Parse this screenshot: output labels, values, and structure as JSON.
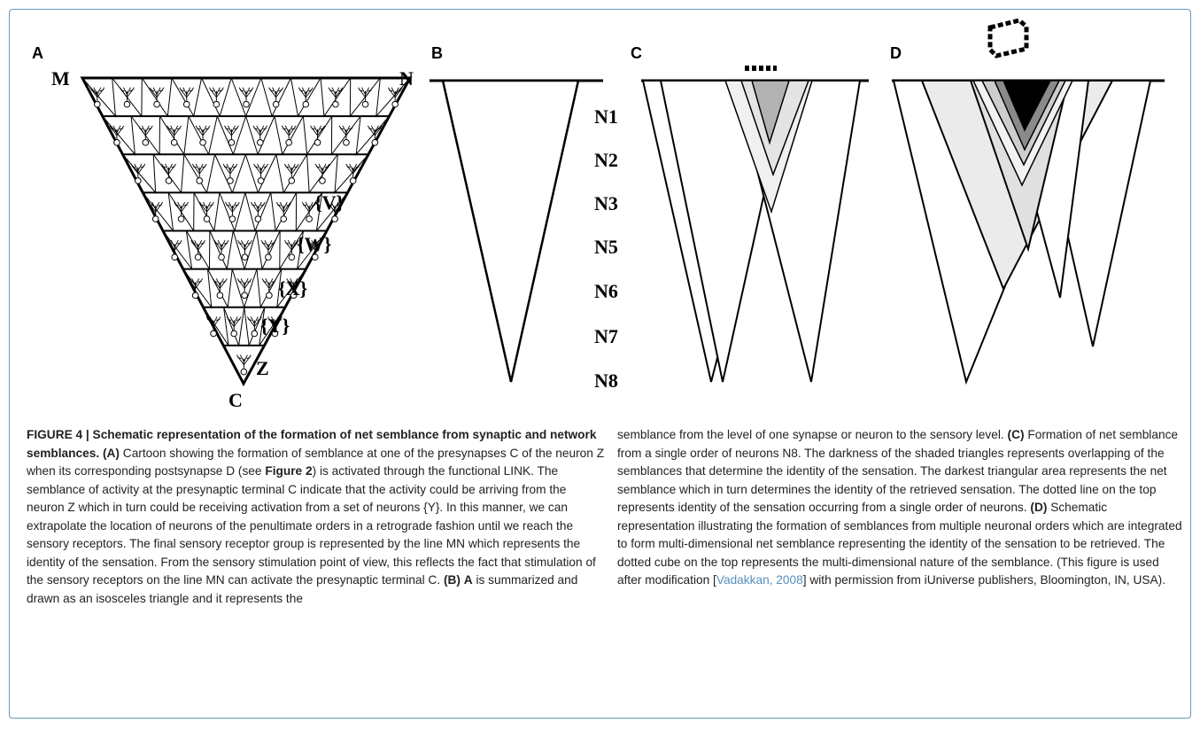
{
  "figure": {
    "panels": {
      "a": "A",
      "b": "B",
      "c": "C",
      "d": "D"
    },
    "labels_a": {
      "m": "M",
      "n": "N",
      "v": "{V}",
      "w": "{W}",
      "x": "{X}",
      "y": "{Y}",
      "z": "Z",
      "c": "C"
    },
    "levels": [
      "N1",
      "N2",
      "N3",
      "N5",
      "N6",
      "N7",
      "N8"
    ]
  },
  "caption": {
    "title": "FIGURE 4 | Schematic representation of the formation of net semblance from synaptic and network semblances.",
    "a_tag": "(A)",
    "a_text_1": " Cartoon showing the formation of semblance at one of the presynapses C of the neuron Z when its corresponding postsynapse D (see ",
    "fig2_ref": "Figure 2",
    "a_text_2": ") is activated through the functional LINK. The semblance of activity at the presynaptic terminal C indicate that the activity could be arriving from the neuron Z which in turn could be receiving activation from a set of neurons {Y}. In this manner, we can extrapolate the location of neurons of the penultimate orders in a retrograde fashion until we reach the sensory receptors. The final sensory receptor group is represented by the line MN which represents the identity of the sensation. From the sensory stimulation point of view, this reflects the fact that stimulation of the sensory receptors on the line MN can activate the presynaptic terminal C. ",
    "b_tag": "(B)",
    "b_a_ref": "A",
    "b_text_1": " is summarized and drawn as an isosceles triangle and it represents the",
    "b_text_2": "semblance from the level of one synapse or neuron to the sensory level.",
    "c_tag": "(C)",
    "c_text": " Formation of net semblance from a single order of neurons N8. The darkness of the shaded triangles represents overlapping of the semblances that determine the identity of the sensation. The darkest triangular area represents the net semblance which in turn determines the identity of the retrieved sensation. The dotted line on the top represents identity of the sensation occurring from a single order of neurons. ",
    "d_tag": "(D)",
    "d_text": " Schematic representation illustrating the formation of semblances from multiple neuronal orders which are integrated to form multi-dimensional net semblance representing the identity of the sensation to be retrieved. The dotted cube on the top represents the multi-dimensional nature of the semblance. (This figure is used after modification [",
    "cite": "Vadakkan, 2008",
    "end_text": "] with permission from iUniverse publishers, Bloomington, IN, USA)."
  }
}
